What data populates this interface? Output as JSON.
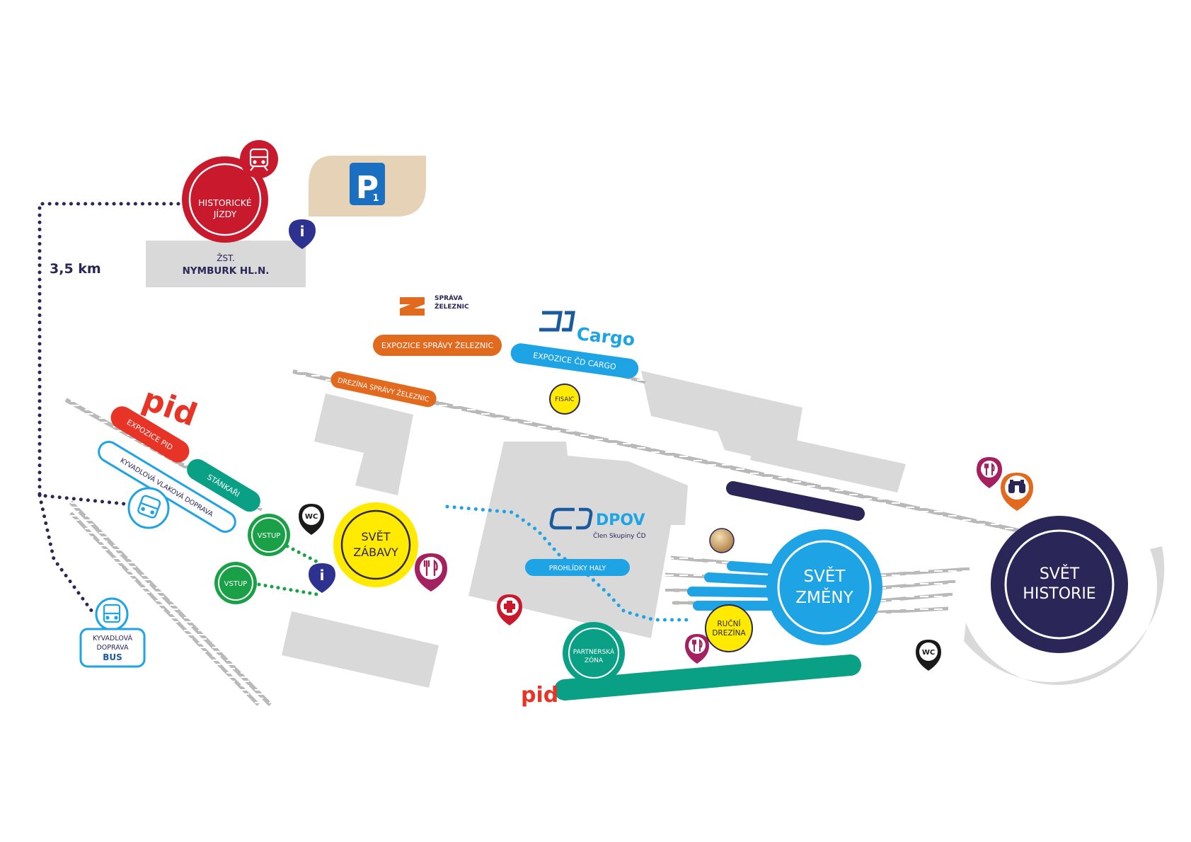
{
  "colors": {
    "red": "#c8192d",
    "navy": "#2a2658",
    "blue": "#1ea3e4",
    "teal": "#0aa085",
    "green": "#1aa047",
    "orange": "#e26a1f",
    "yellow": "#ffea00",
    "gray": "#d9d9d9",
    "pid_red": "#e83427",
    "plum": "#a4205f",
    "parking_blue": "#1b6fc1",
    "parking_tan": "#e6d3b7"
  },
  "historic": {
    "line1": "HISTORICKÉ",
    "line2": "JÍZDY",
    "icon": "train-icon"
  },
  "parking": {
    "letter": "P",
    "sub": "1"
  },
  "station": {
    "line1": "ŽST.",
    "line2": "NYMBURK HL.N."
  },
  "distance": "3,5 km",
  "sz_logo": {
    "line1": "SPRÁVA",
    "line2": "ŽELEZNIC"
  },
  "cargo_logo": {
    "text": "Cargo"
  },
  "labels": {
    "expo_sz": "EXPOZICE SPRÁVY ŽELEZNIC",
    "expo_cargo": "EXPOZICE ČD CARGO",
    "drezina_sz": "DREZÍNA SPRÁVY ŽELEZNIC",
    "fisaic": "FISAIC",
    "pid": "pid",
    "expo_pid": "EXPOZICE PID",
    "stankari": "STÁNKAŘI",
    "kyvadlova_vlak": "KYVADLOVÁ VLAKOVÁ DOPRAVA",
    "vstup": "VSTUP",
    "wc": "WC",
    "info": "i",
    "dpov": "DPOV",
    "dpov_sub": "Člen Skupiny ČD",
    "prohlidky": "PROHLÍDKY HALY",
    "partner_1": "PARTNERSKÁ",
    "partner_2": "ZÓNA",
    "rucni_1": "RUČNÍ",
    "rucni_2": "DREZÍNA",
    "bus_1": "KYVADLOVÁ",
    "bus_2": "DOPRAVA",
    "bus_3": "BUS"
  },
  "zones": {
    "zabavy": {
      "line1": "SVĚT",
      "line2": "ZÁBAVY"
    },
    "zmeny": {
      "line1": "SVĚT",
      "line2": "ZMĚNY"
    },
    "historie": {
      "line1": "SVĚT",
      "line2": "HISTORIE"
    }
  }
}
